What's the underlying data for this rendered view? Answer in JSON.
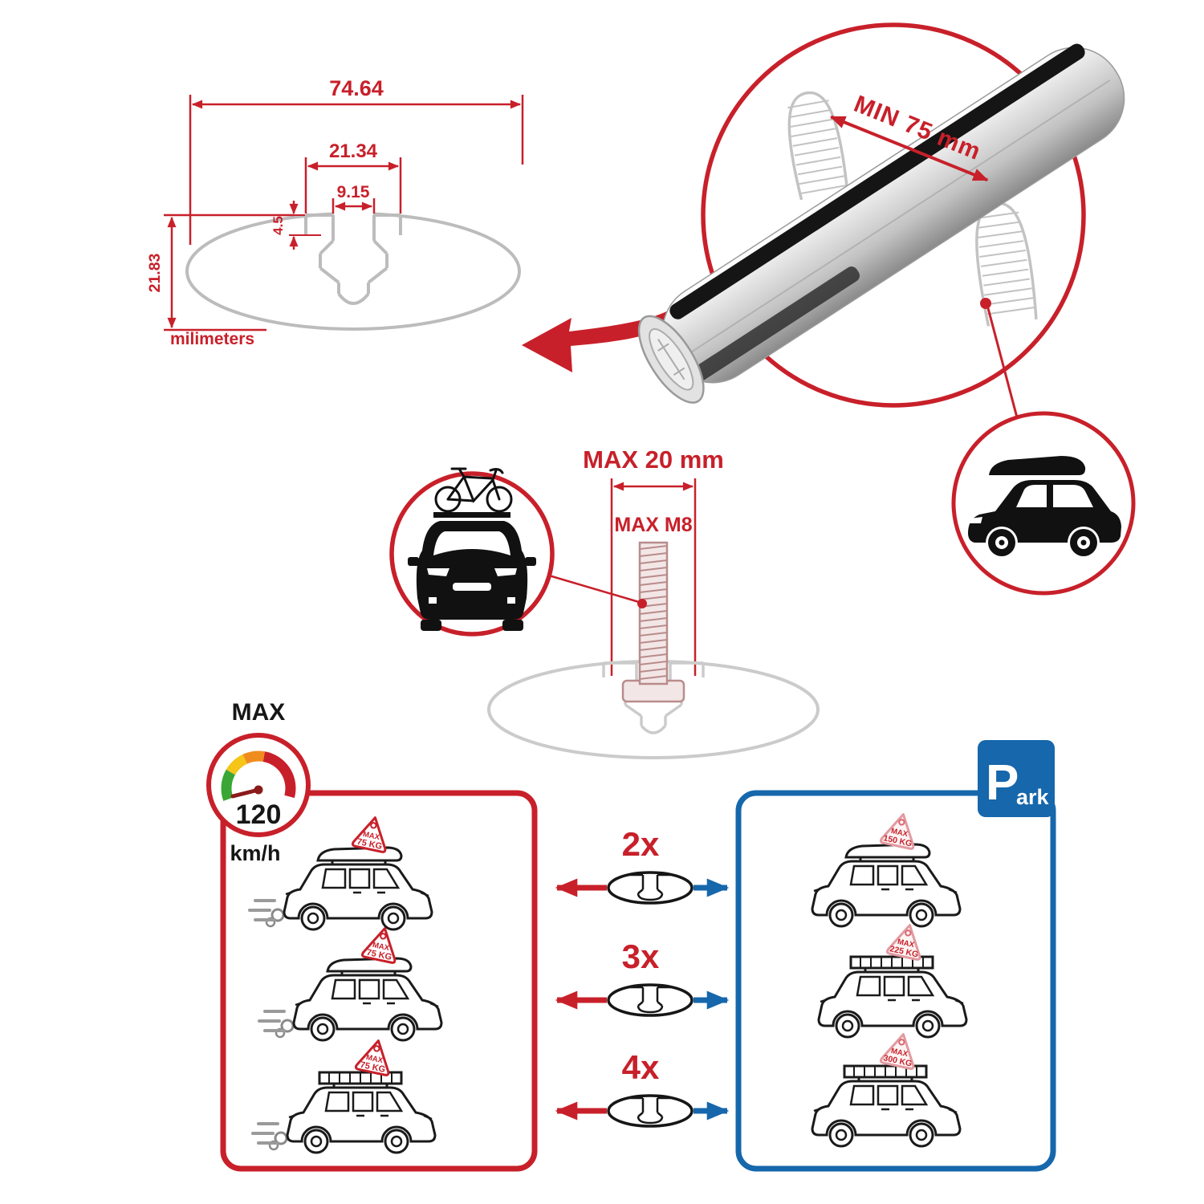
{
  "colors": {
    "red": "#c8202a",
    "blue": "#1667ab",
    "profile_gray": "#bcbcbc",
    "black": "#161616"
  },
  "cross_section_diagram": {
    "total_width_mm": "74.64",
    "slot_outer_width_mm": "21.34",
    "slot_inner_width_mm": "9.15",
    "lip_depth_mm": "4.5",
    "total_height_mm": "21.83",
    "units_label": "milimeters"
  },
  "bar_detail": {
    "min_clamp_span_label": "MIN 75 mm"
  },
  "bolt_detail": {
    "max_width_label": "MAX 20 mm",
    "max_thread_label": "MAX M8"
  },
  "speed_limit": {
    "title": "MAX",
    "value": "120",
    "units": "km/h"
  },
  "park_sign": {
    "initial": "P",
    "rest": "ark"
  },
  "driving_cars": [
    {
      "tag_title": "MAX",
      "tag_value": "75 KG"
    },
    {
      "tag_title": "MAX",
      "tag_value": "75 KG"
    },
    {
      "tag_title": "MAX",
      "tag_value": "75 KG"
    }
  ],
  "parked_cars": [
    {
      "tag_title": "MAX",
      "tag_value": "150 KG"
    },
    {
      "tag_title": "MAX",
      "tag_value": "225 KG"
    },
    {
      "tag_title": "MAX",
      "tag_value": "300 KG"
    }
  ],
  "bar_multipliers": [
    {
      "label": "2x"
    },
    {
      "label": "3x"
    },
    {
      "label": "4x"
    }
  ]
}
